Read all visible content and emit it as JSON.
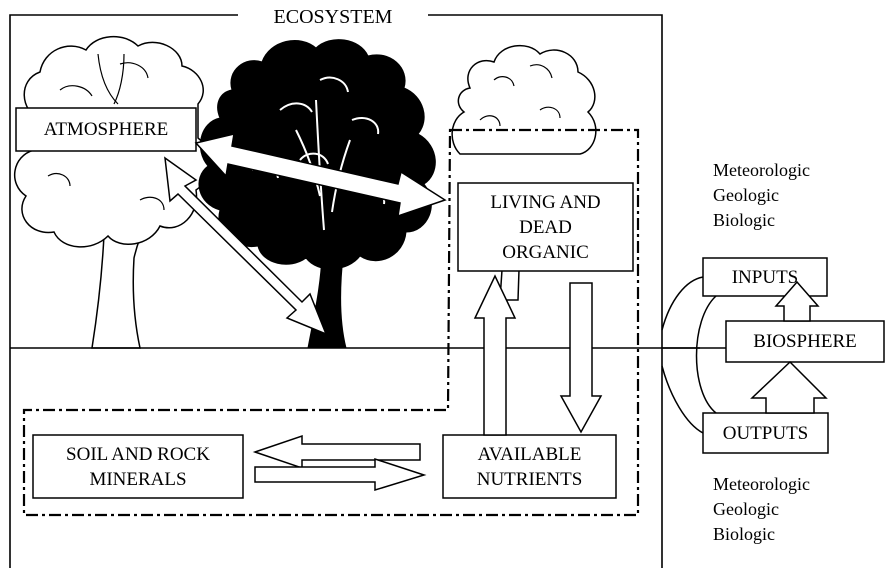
{
  "title": "ECOSYSTEM",
  "boxes": {
    "atmosphere": "ATMOSPHERE",
    "organic": [
      "LIVING AND",
      "DEAD",
      "ORGANIC"
    ],
    "soil": [
      "SOIL AND ROCK",
      "MINERALS"
    ],
    "nutrients": [
      "AVAILABLE",
      "NUTRIENTS"
    ],
    "inputs": "INPUTS",
    "biosphere": "BIOSPHERE",
    "outputs": "OUTPUTS"
  },
  "input_sources": [
    "Meteorologic",
    "Geologic",
    "Biologic"
  ],
  "output_sources": [
    "Meteorologic",
    "Geologic",
    "Biologic"
  ]
}
